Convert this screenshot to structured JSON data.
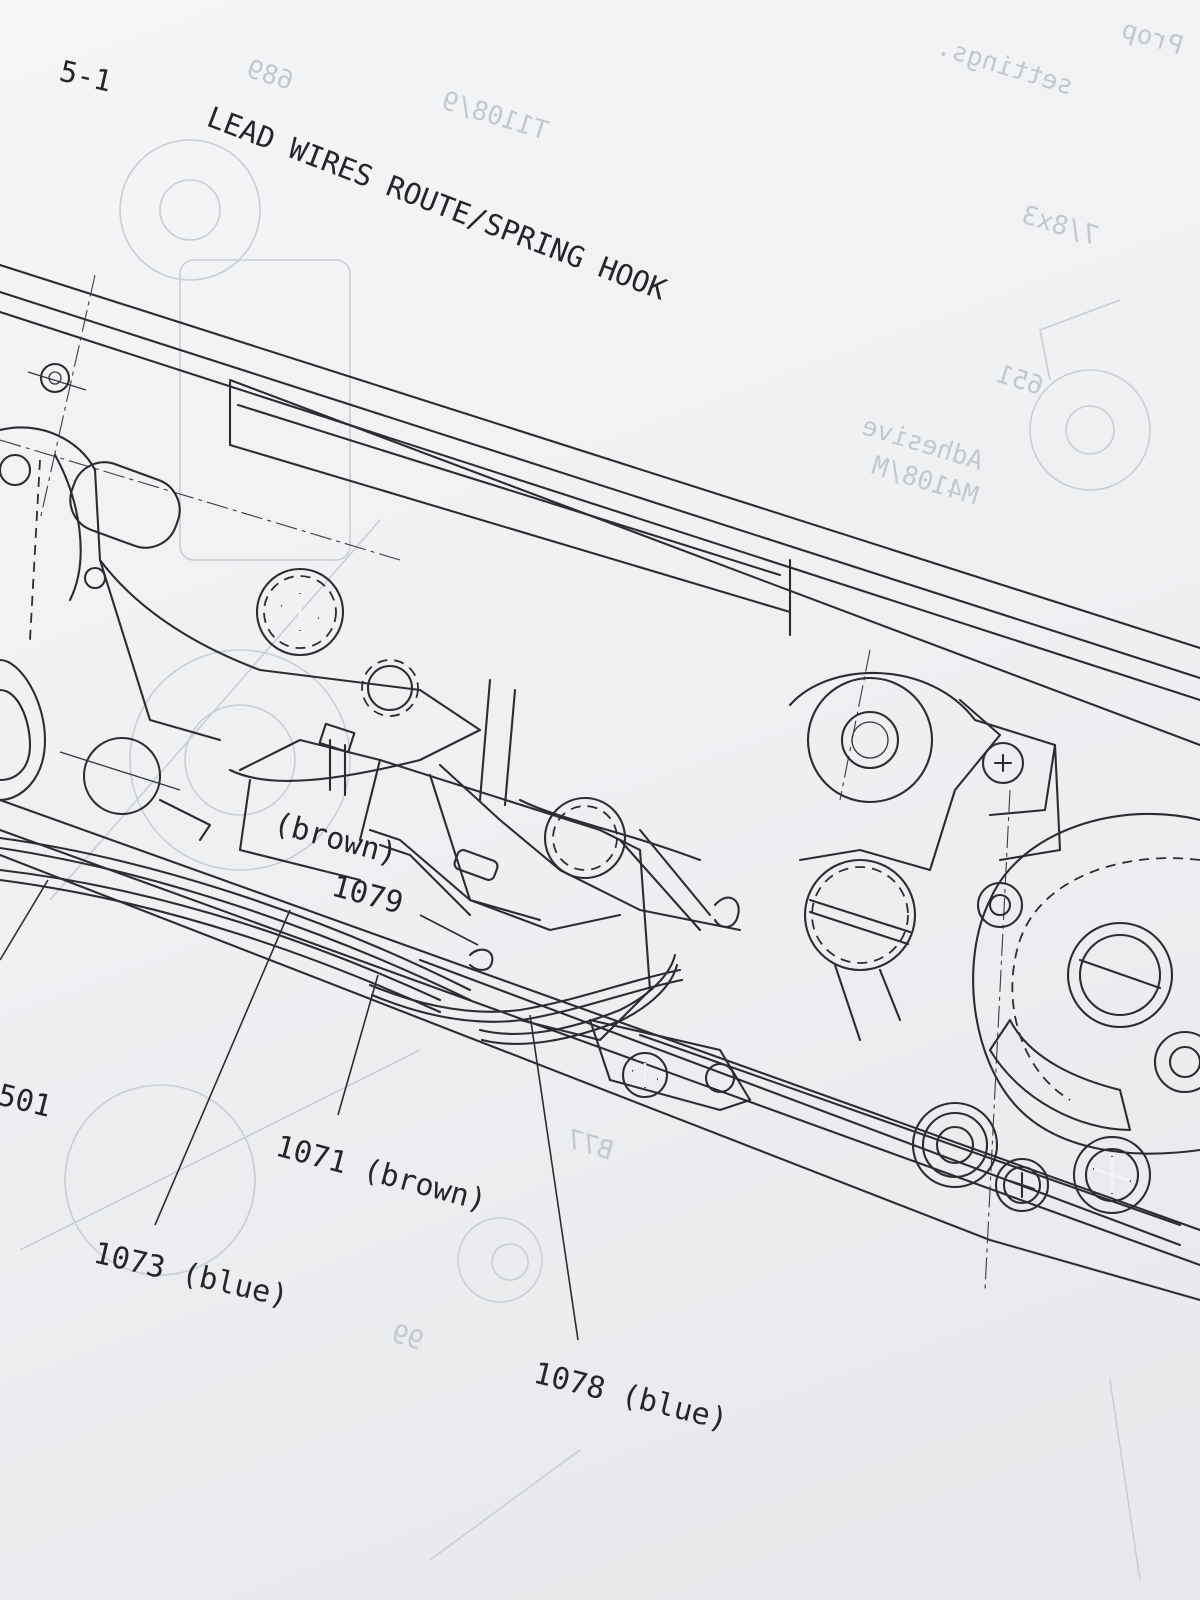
{
  "section_number": "5-1",
  "title": "LEAD WIRES ROUTE/SPRING HOOK",
  "callouts": {
    "wire_1079_color": "(brown)",
    "wire_1079": "1079",
    "partial_501": "501",
    "wire_1071": "1071 (brown)",
    "wire_1073": "1073 (blue)",
    "wire_1078": "1078 (blue)"
  },
  "bleed_through": {
    "adhesive_word": "Adhesive",
    "adhesive_code": "M4108/M",
    "part_651": "651",
    "part_689": "689",
    "stamp": "T1108/9",
    "screw": "7/8x3",
    "text_line_1": "settings.",
    "text_line_2": "Prop",
    "part_b77": "B77",
    "part_99": "99"
  },
  "colors": {
    "ink": "#2b2d31",
    "bleed_through": "#c9ced4",
    "paper": "#eef0f2"
  }
}
